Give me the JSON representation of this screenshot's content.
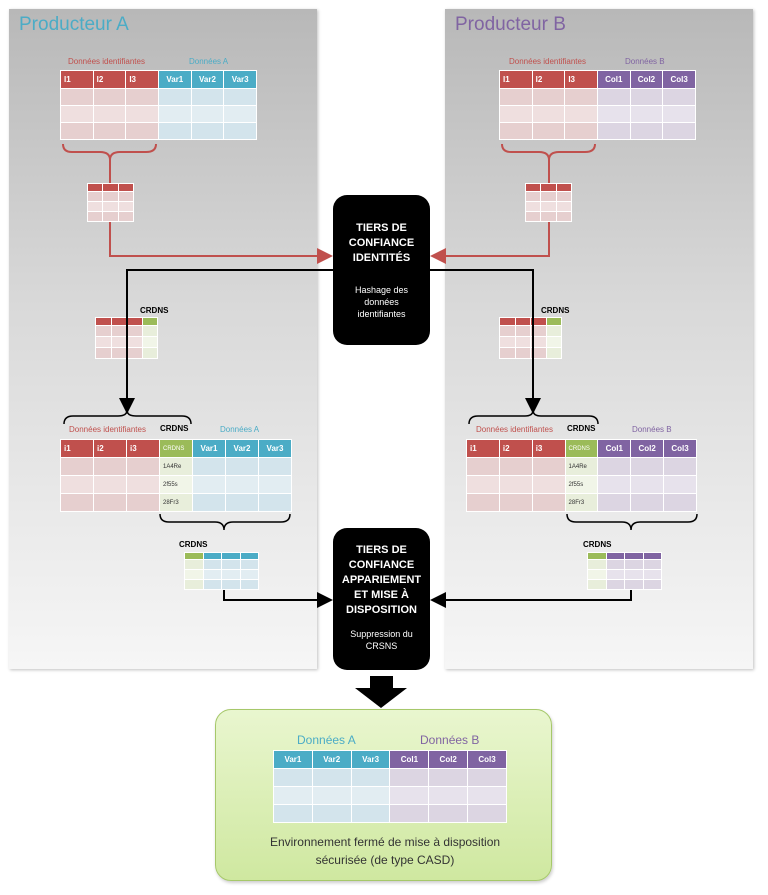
{
  "producer_a": {
    "title": "Producteur A"
  },
  "producer_b": {
    "title": "Producteur B"
  },
  "labels": {
    "donnees_identifiantes": "Données identifiantes",
    "donnees_a": "Données A",
    "donnees_b": "Données B",
    "crdns": "CRDNS"
  },
  "columns": {
    "id": [
      "I1",
      "I2",
      "I3"
    ],
    "id_lower": [
      "i1",
      "i2",
      "i3"
    ],
    "var": [
      "Var1",
      "Var2",
      "Var3"
    ],
    "col": [
      "Col1",
      "Col2",
      "Col3"
    ],
    "crdns_header": "CRDNS"
  },
  "crdns_values": [
    "1A4Re",
    "2f55s",
    "28Fr3"
  ],
  "tiers_identites": {
    "title": "TIERS DE CONFIANCE IDENTITÉS",
    "subtitle": "Hashage des données identifiantes"
  },
  "tiers_appariement": {
    "title": "TIERS DE CONFIANCE APPARIEMENT ET MISE À DISPOSITION",
    "subtitle": "Suppression du CRSNS"
  },
  "environment": {
    "donnees_a": "Données A",
    "donnees_b": "Données B",
    "caption": "Environnement fermé de mise à disposition sécurisée (de type CASD)"
  },
  "colors": {
    "red": "#c0504d",
    "teal": "#4bacc6",
    "purple": "#8064a2",
    "green": "#9bbb59",
    "black": "#000000"
  }
}
